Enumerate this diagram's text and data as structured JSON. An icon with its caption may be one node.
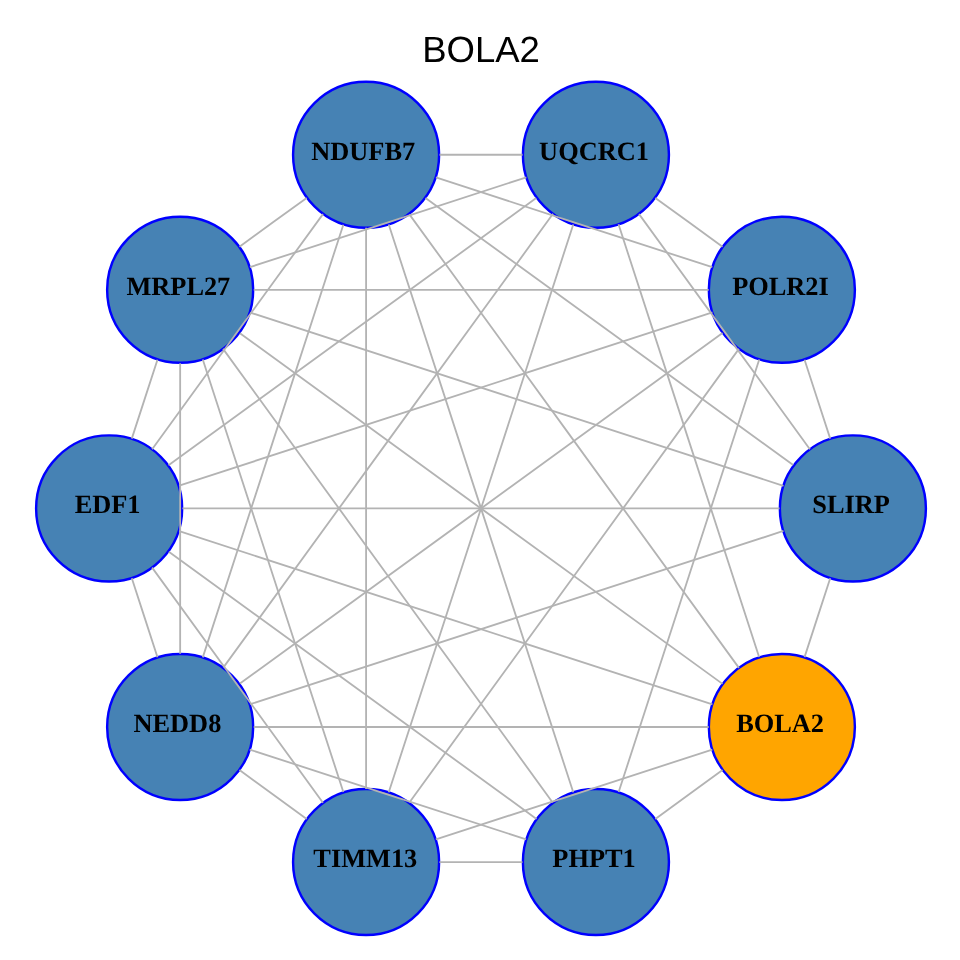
{
  "diagram": {
    "title": "BOLA2",
    "nodes": [
      {
        "text": [
          "SLIRP"
        ]
      },
      {
        "text": [
          "POLR2I"
        ]
      },
      {
        "text": [
          "UQCRC1"
        ]
      },
      {
        "text": [
          "BOLA2"
        ]
      },
      {
        "text": [
          "NEDD8"
        ]
      },
      {
        "text": [
          "EDF1"
        ]
      },
      {
        "text": [
          "MRPL27"
        ]
      },
      {
        "text": [
          "NDUFB7"
        ]
      },
      {
        "text": [
          "PHPT1"
        ]
      },
      {
        "text": [
          "TIMM13"
        ]
      }
    ],
    "edges": [
      {
        "from": 0,
        "to": 1,
        "arrow": "none"
      },
      {
        "from": 0,
        "to": 2,
        "arrow": "none"
      },
      {
        "from": 0,
        "to": 5,
        "arrow": "none"
      },
      {
        "from": 0,
        "to": 7,
        "arrow": "none"
      },
      {
        "from": 0,
        "to": 3,
        "arrow": "none"
      },
      {
        "from": 0,
        "to": 6,
        "arrow": "none"
      },
      {
        "from": 0,
        "to": 4,
        "arrow": "none"
      },
      {
        "from": 1,
        "to": 2,
        "arrow": "none"
      },
      {
        "from": 1,
        "to": 4,
        "arrow": "none"
      },
      {
        "from": 1,
        "to": 5,
        "arrow": "none"
      },
      {
        "from": 1,
        "to": 7,
        "arrow": "none"
      },
      {
        "from": 1,
        "to": 6,
        "arrow": "none"
      },
      {
        "from": 1,
        "to": 9,
        "arrow": "none"
      },
      {
        "from": 1,
        "to": 8,
        "arrow": "none"
      },
      {
        "from": 2,
        "to": 3,
        "arrow": "none"
      },
      {
        "from": 2,
        "to": 4,
        "arrow": "none"
      },
      {
        "from": 2,
        "to": 5,
        "arrow": "none"
      },
      {
        "from": 2,
        "to": 7,
        "arrow": "none"
      },
      {
        "from": 2,
        "to": 6,
        "arrow": "none"
      },
      {
        "from": 2,
        "to": 9,
        "arrow": "none"
      },
      {
        "from": 3,
        "to": 4,
        "arrow": "none"
      },
      {
        "from": 3,
        "to": 5,
        "arrow": "none"
      },
      {
        "from": 3,
        "to": 7,
        "arrow": "none"
      },
      {
        "from": 3,
        "to": 6,
        "arrow": "none"
      },
      {
        "from": 3,
        "to": 9,
        "arrow": "none"
      },
      {
        "from": 3,
        "to": 8,
        "arrow": "none"
      },
      {
        "from": 4,
        "to": 5,
        "arrow": "none"
      },
      {
        "from": 4,
        "to": 6,
        "arrow": "none"
      },
      {
        "from": 4,
        "to": 7,
        "arrow": "none"
      },
      {
        "from": 4,
        "to": 9,
        "arrow": "none"
      },
      {
        "from": 4,
        "to": 8,
        "arrow": "none"
      },
      {
        "from": 5,
        "to": 6,
        "arrow": "none"
      },
      {
        "from": 5,
        "to": 7,
        "arrow": "none"
      },
      {
        "from": 5,
        "to": 9,
        "arrow": "none"
      },
      {
        "from": 5,
        "to": 8,
        "arrow": "none"
      },
      {
        "from": 6,
        "to": 7,
        "arrow": "none"
      },
      {
        "from": 6,
        "to": 9,
        "arrow": "none"
      },
      {
        "from": 6,
        "to": 8,
        "arrow": "none"
      },
      {
        "from": 7,
        "to": 9,
        "arrow": "none"
      },
      {
        "from": 7,
        "to": 8,
        "arrow": "none"
      },
      {
        "from": 9,
        "to": 8,
        "arrow": "none"
      }
    ]
  }
}
